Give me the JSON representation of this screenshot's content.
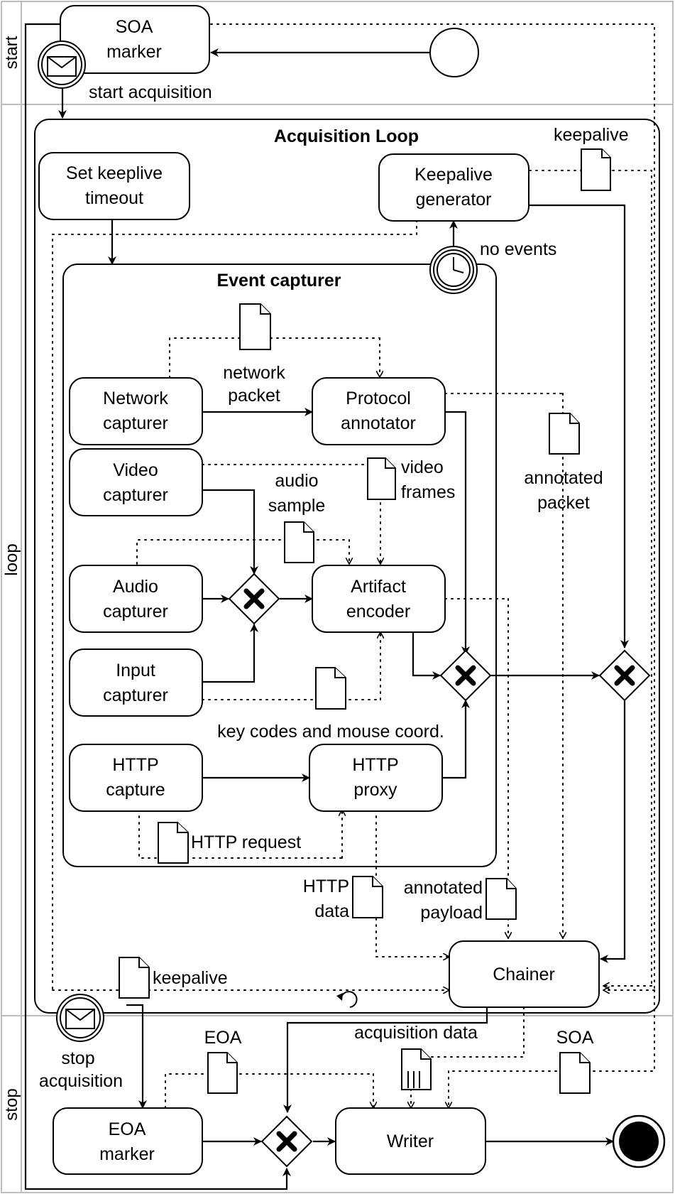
{
  "lanes": {
    "start": "start",
    "loop": "loop",
    "stop": "stop"
  },
  "tasks": {
    "soa_marker": [
      "SOA",
      "marker"
    ],
    "set_keepalive_timeout": [
      "Set keeplive",
      "timeout"
    ],
    "keepalive_generator": [
      "Keepalive",
      "generator"
    ],
    "network_capturer": [
      "Network",
      "capturer"
    ],
    "protocol_annotator": [
      "Protocol",
      "annotator"
    ],
    "video_capturer": [
      "Video",
      "capturer"
    ],
    "audio_capturer": [
      "Audio",
      "capturer"
    ],
    "artifact_encoder": [
      "Artifact",
      "encoder"
    ],
    "input_capturer": [
      "Input",
      "capturer"
    ],
    "http_capture": [
      "HTTP",
      "capture"
    ],
    "http_proxy": [
      "HTTP",
      "proxy"
    ],
    "chainer": [
      "Chainer"
    ],
    "eoa_marker": [
      "EOA",
      "marker"
    ],
    "writer": [
      "Writer"
    ]
  },
  "subprocesses": {
    "acquisition_loop": "Acquisition Loop",
    "event_capturer": "Event capturer"
  },
  "events": {
    "start_acquisition": [
      "start acquisition"
    ],
    "no_events": [
      "no events"
    ],
    "stop_acquisition": [
      "stop",
      "acquisition"
    ]
  },
  "data_labels": {
    "keepalive_top": [
      "keepalive"
    ],
    "network_packet": [
      "network",
      "packet"
    ],
    "annotated_packet": [
      "annotated",
      "packet"
    ],
    "audio_sample": [
      "audio",
      "sample"
    ],
    "video_frames": [
      "video",
      "frames"
    ],
    "key_codes": [
      "key codes and mouse coord."
    ],
    "http_request": [
      "HTTP request"
    ],
    "http_data": [
      "HTTP",
      "data"
    ],
    "annotated_payload": [
      "annotated",
      "payload"
    ],
    "keepalive_bottom": [
      "keepalive"
    ],
    "eoa": [
      "EOA"
    ],
    "acquisition_data": [
      "acquisition data"
    ],
    "soa": [
      "SOA"
    ]
  }
}
